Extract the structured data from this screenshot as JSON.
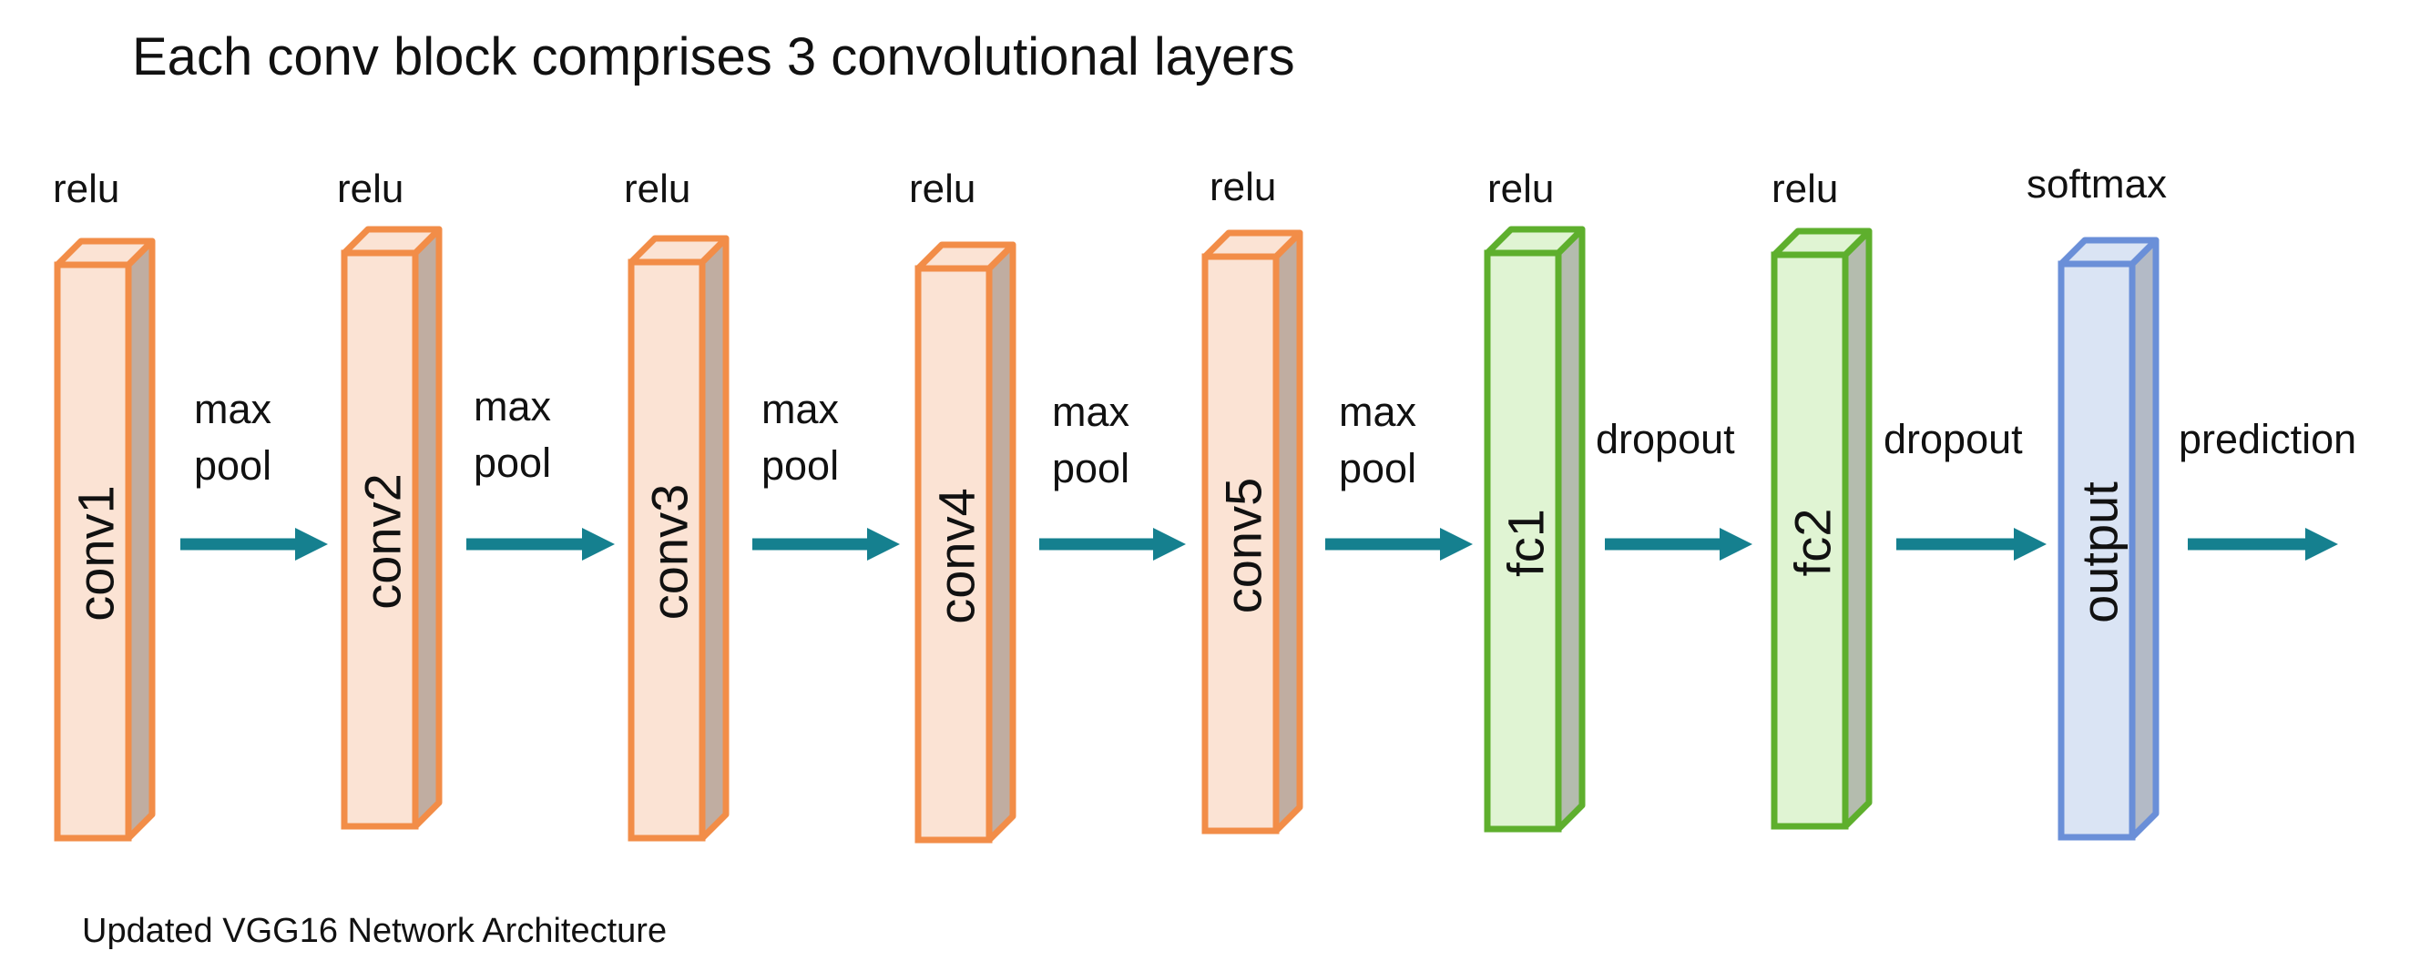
{
  "title": "Each conv block comprises 3 convolutional layers",
  "footer": "Updated VGG16 Network Architecture",
  "colors": {
    "conv": {
      "fill": "#fbe3d4",
      "stroke": "#f28d48",
      "side": "#c0ada1"
    },
    "fc": {
      "fill": "#e0f4d3",
      "stroke": "#5eaf2d",
      "side": "#b4bcae"
    },
    "output": {
      "fill": "#dae4f4",
      "stroke": "#6a8fd8",
      "side": "#b3bac6"
    },
    "arrow": "#15808f"
  },
  "layers": [
    {
      "id": "conv1",
      "label": "conv1",
      "activation": "relu",
      "kind": "conv"
    },
    {
      "id": "conv2",
      "label": "conv2",
      "activation": "relu",
      "kind": "conv"
    },
    {
      "id": "conv3",
      "label": "conv3",
      "activation": "relu",
      "kind": "conv"
    },
    {
      "id": "conv4",
      "label": "conv4",
      "activation": "relu",
      "kind": "conv"
    },
    {
      "id": "conv5",
      "label": "conv5",
      "activation": "relu",
      "kind": "conv"
    },
    {
      "id": "fc1",
      "label": "fc1",
      "activation": "relu",
      "kind": "fc"
    },
    {
      "id": "fc2",
      "label": "fc2",
      "activation": "relu",
      "kind": "fc"
    },
    {
      "id": "output",
      "label": "output",
      "activation": "softmax",
      "kind": "output"
    }
  ],
  "edges": [
    {
      "lines": [
        "max",
        "pool"
      ]
    },
    {
      "lines": [
        "max",
        "pool"
      ]
    },
    {
      "lines": [
        "max",
        "pool"
      ]
    },
    {
      "lines": [
        "max",
        "pool"
      ]
    },
    {
      "lines": [
        "max",
        "pool"
      ]
    },
    {
      "lines": [
        "dropout"
      ]
    },
    {
      "lines": [
        "dropout"
      ]
    },
    {
      "lines": [
        "prediction"
      ]
    }
  ]
}
